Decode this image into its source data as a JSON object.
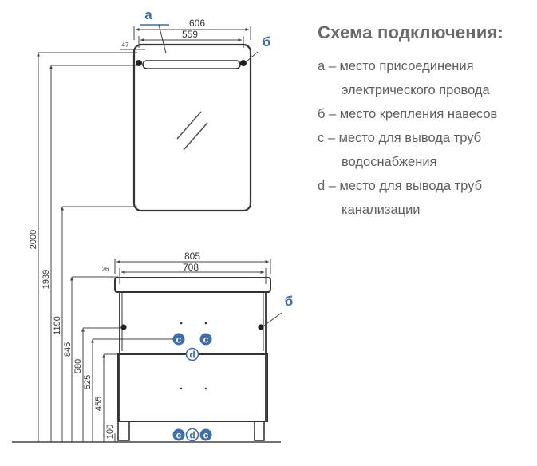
{
  "legend": {
    "title": "Схема подключения:",
    "items": [
      {
        "line1": "а – место присоединения",
        "line2": "электрического провода"
      },
      {
        "line1": "б – место крепления навесов",
        "line2": ""
      },
      {
        "line1": "с – место для вывода труб",
        "line2": "водоснабжения"
      },
      {
        "line1": "d – место для вывода труб",
        "line2": "канализации"
      }
    ]
  },
  "mirror": {
    "label_a": "а",
    "label_b": "б",
    "dim_total_width": "606",
    "dim_hanger_spacing": "559",
    "dim_edge_offset": "47"
  },
  "cabinet": {
    "label_b": "б",
    "dim_top_width": "805",
    "dim_body_width": "708",
    "dim_edge_offset": "26",
    "marker_c": "c",
    "marker_d": "d"
  },
  "heights": [
    "2000",
    "1939",
    "1190",
    "845",
    "580",
    "525",
    "455",
    "100"
  ],
  "colors": {
    "line": "#444444",
    "marker": "#3f6ea8",
    "text": "#5f5f5f"
  }
}
